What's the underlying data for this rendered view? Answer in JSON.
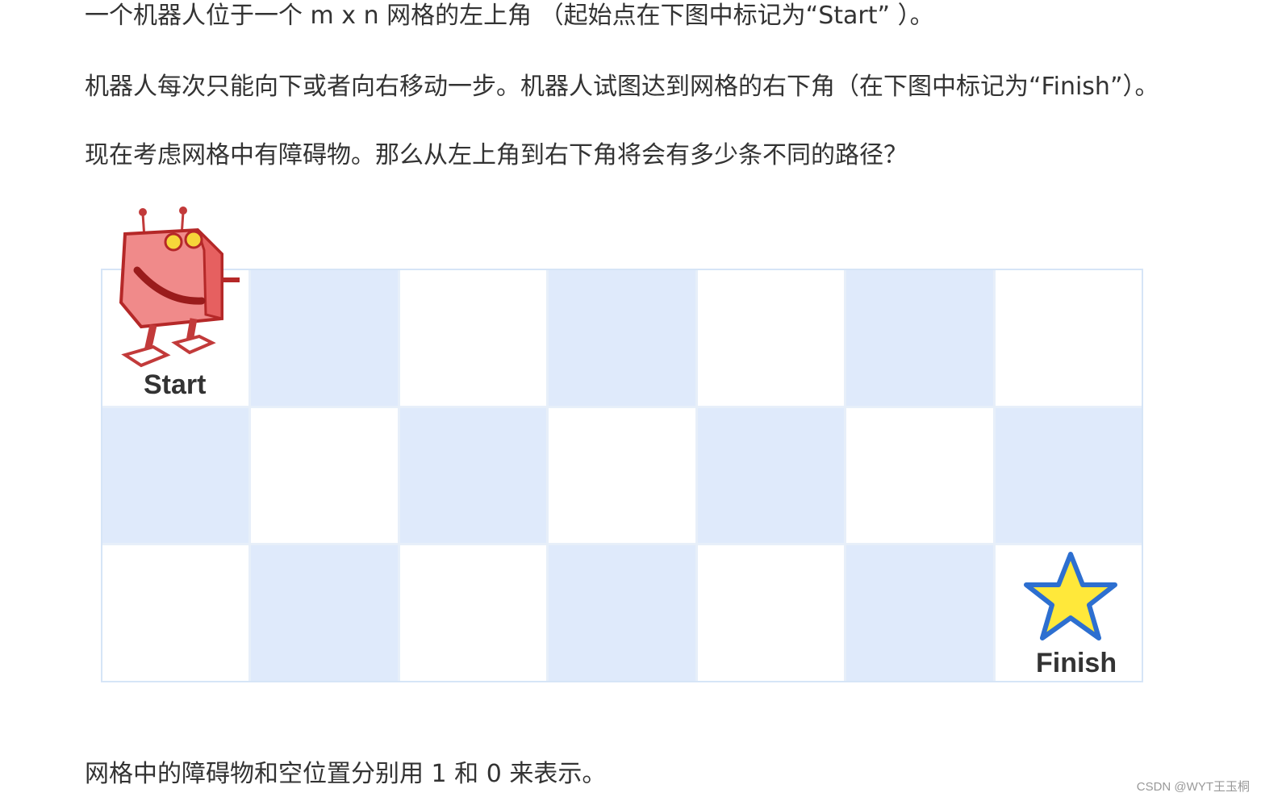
{
  "paragraphs": {
    "intro": "一个机器人位于一个 m x n 网格的左上角 （起始点在下图中标记为“Start” ）。",
    "movement": "机器人每次只能向下或者向右移动一步。机器人试图达到网格的右下角（在下图中标记为“Finish”）。",
    "question": "现在考虑网格中有障碍物。那么从左上角到右下角将会有多少条不同的路径？",
    "encoding": "网格中的障碍物和空位置分别用 1 和 0 来表示。"
  },
  "figure": {
    "grid_rows": 3,
    "grid_cols": 7,
    "start_label": "Start",
    "finish_label": "Finish",
    "colors": {
      "cell_light": "#ffffff",
      "cell_blue": "#dfeafb",
      "border": "#d6e5f7",
      "robot_red": "#e84a4a",
      "star_yellow": "#ffe83a",
      "star_outline": "#2d6fd0"
    },
    "icons": [
      "robot-icon",
      "star-icon"
    ]
  },
  "watermark": "CSDN @WYT王玉桐"
}
